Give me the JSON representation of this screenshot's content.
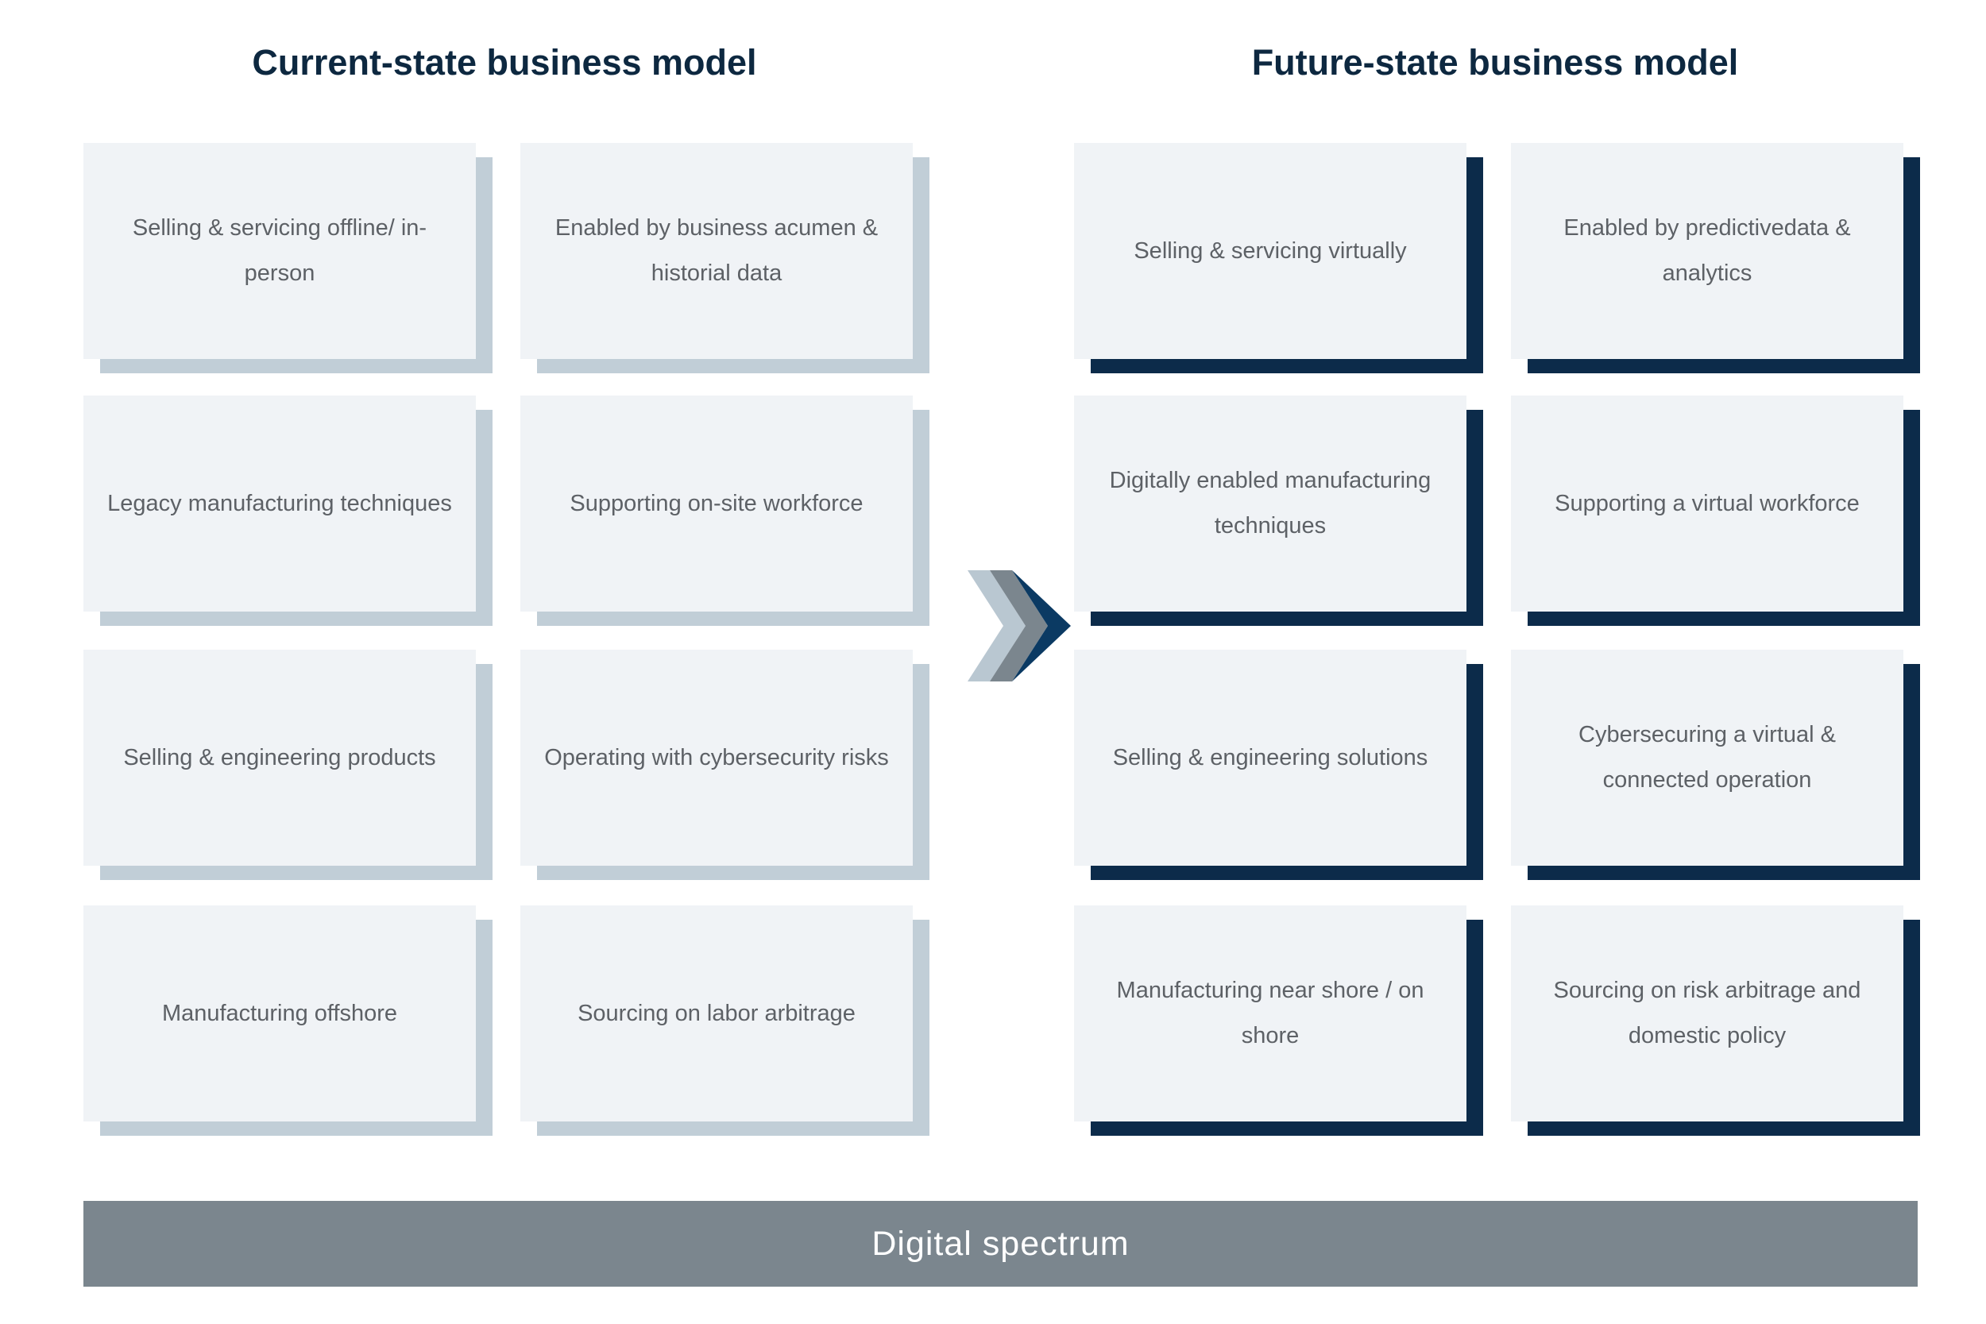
{
  "current": {
    "title": "Current-state business model",
    "cards": [
      "Selling & servicing offline/ in-person",
      "Enabled by business acumen & historial data",
      "Legacy manufacturing techniques",
      "Supporting on-site workforce",
      "Selling & engineering products",
      "Operating with cybersecurity risks",
      "Manufacturing offshore",
      "Sourcing on labor arbitrage"
    ]
  },
  "future": {
    "title": "Future-state business model",
    "cards": [
      "Selling & servicing virtually",
      "Enabled by predictivedata & analytics",
      "Digitally enabled manufacturing techniques",
      "Supporting a virtual workforce",
      "Selling & engineering solutions",
      "Cybersecuring a virtual & connected operation",
      "Manufacturing near shore / on shore",
      "Sourcing on risk arbitrage and domestic policy"
    ]
  },
  "footer": {
    "label": "Digital spectrum"
  },
  "colors": {
    "title": "#0d2840",
    "card_face": "#f0f3f6",
    "current_shadow": "#c1ced7",
    "future_shadow": "#0c2b4a",
    "footer_bar": "#7b868e",
    "chevron_light": "#b9c7d1",
    "chevron_mid": "#7b868e",
    "chevron_dark": "#0b3a63"
  }
}
